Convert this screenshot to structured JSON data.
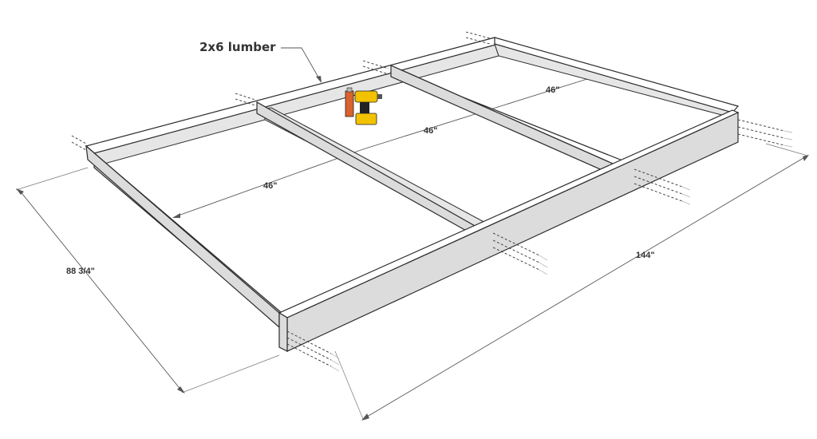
{
  "callout": {
    "label": "2x6 lumber"
  },
  "dimensions": {
    "width": "88 3/4\"",
    "length": "144\"",
    "spacing_1": "46\"",
    "spacing_2": "46\"",
    "spacing_3": "46\""
  },
  "tool": {
    "name": "drill-icon",
    "accent": "#f2c200"
  },
  "colors": {
    "board_top": "#ffffff",
    "board_face": "#dcdcdc",
    "outline": "#2b2b2b"
  }
}
